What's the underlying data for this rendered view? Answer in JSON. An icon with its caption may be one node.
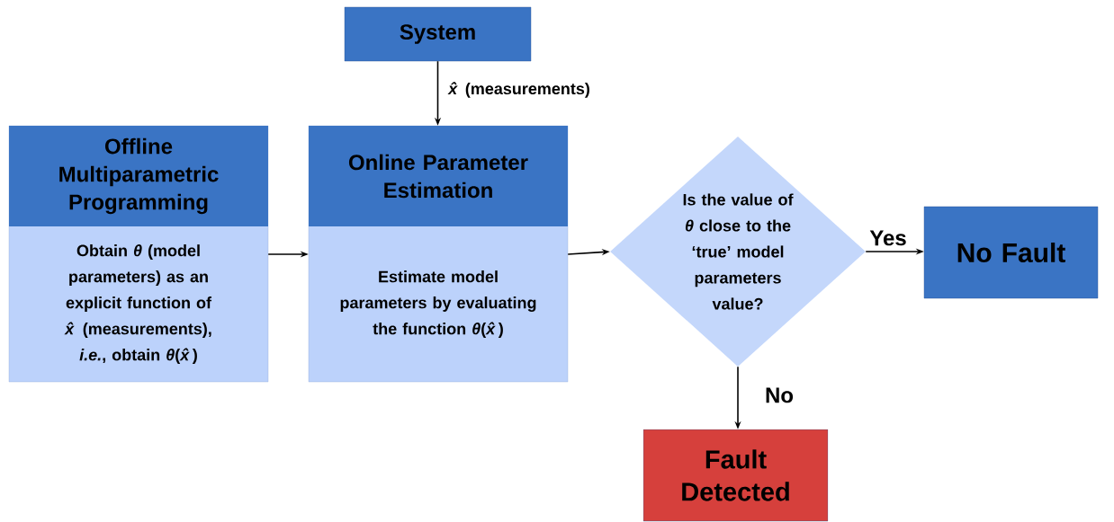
{
  "diagram": {
    "nodes": [
      {
        "text": [
          "System"
        ]
      },
      {
        "text": [
          "Offline Multiparametric Programming",
          "Obtain *θ* (model parameters) as an explicit function of *x̂* (measurements), *i.e.*, obtain *θ*(*x̂*)"
        ]
      },
      {
        "text": [
          "Online Parameter Estimation",
          "Estimate model parameters by evaluating the function *θ*(*x̂*)"
        ]
      },
      {
        "text": [
          "Is the value of *θ* close to the ‘true’ model parameters value?"
        ]
      },
      {
        "text": [
          "No Fault"
        ]
      },
      {
        "text": [
          "Fault Detected"
        ]
      }
    ],
    "edges": [
      {
        "from": 0,
        "to": 2,
        "arrow": "to",
        "label": "*x̂* (measurements)"
      },
      {
        "from": 1,
        "to": 2,
        "arrow": "to"
      },
      {
        "from": 2,
        "to": 3,
        "arrow": "to"
      },
      {
        "from": 3,
        "to": 4,
        "arrow": "to",
        "label": "Yes"
      },
      {
        "from": 3,
        "to": 5,
        "arrow": "to",
        "label": "No"
      }
    ]
  }
}
